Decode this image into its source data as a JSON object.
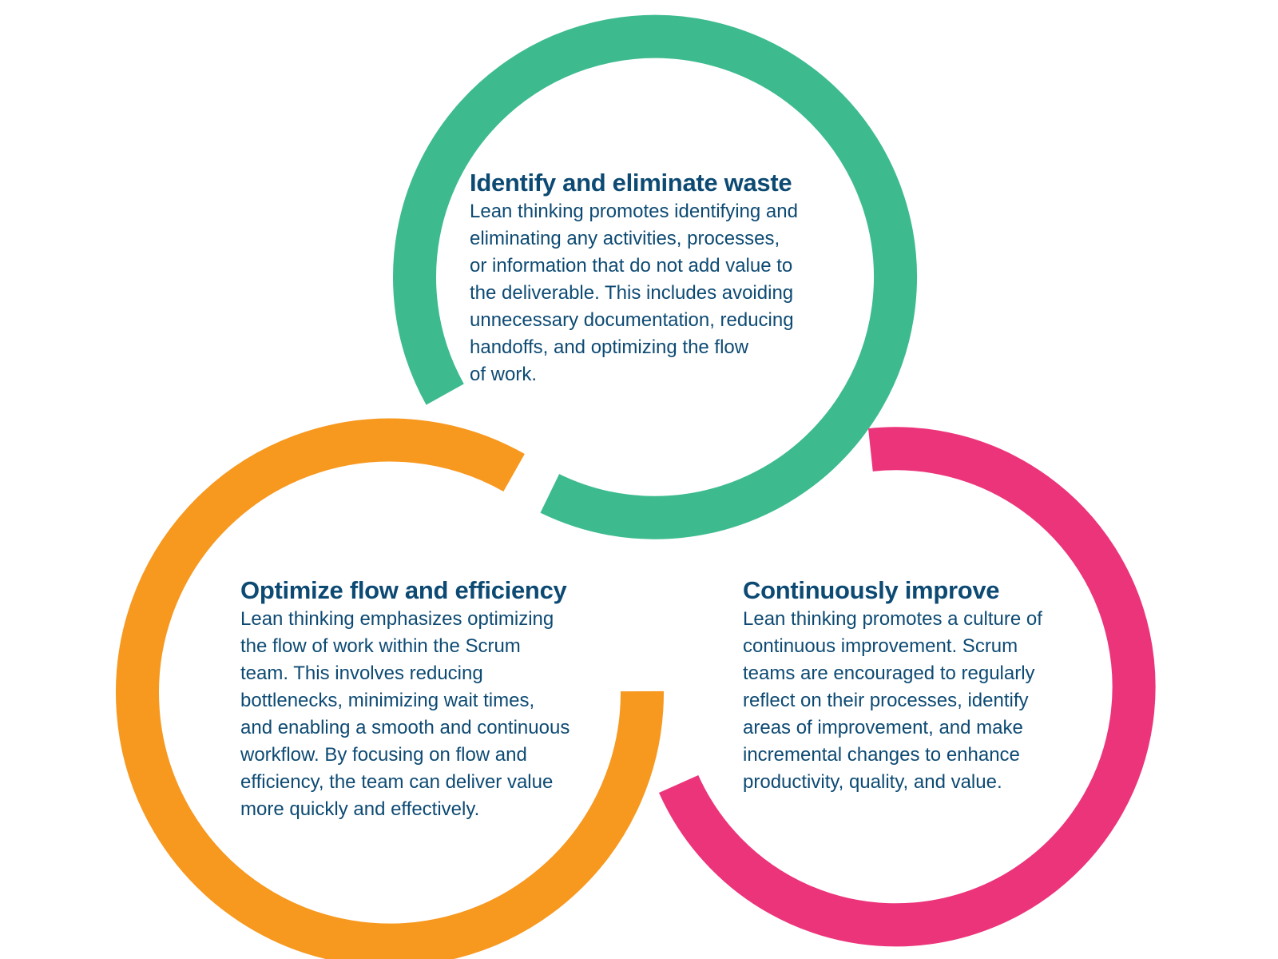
{
  "colors": {
    "waste": "#3dbb8f",
    "flow": "#f7981f",
    "improve": "#ec347b",
    "text": "#0d4a73"
  },
  "rings": {
    "waste": {
      "title": "Identify and eliminate waste",
      "lines": [
        "Lean thinking promotes identifying and",
        "eliminating any activities, processes,",
        "or information that do not add value to",
        "the deliverable. This includes avoiding",
        "unnecessary documentation, reducing",
        "handoffs, and optimizing the flow",
        "of work."
      ]
    },
    "flow": {
      "title": "Optimize flow and efficiency",
      "lines": [
        "Lean thinking emphasizes optimizing",
        "the flow of work within the Scrum",
        "team. This involves reducing",
        "bottlenecks, minimizing wait times,",
        "and enabling a smooth and continuous",
        "workflow. By focusing on flow and",
        "efficiency, the team can deliver value",
        "more quickly and effectively."
      ]
    },
    "improve": {
      "title": "Continuously improve",
      "lines": [
        "Lean thinking promotes a culture of",
        "continuous improvement. Scrum",
        "teams are encouraged to regularly",
        "reflect on their processes, identify",
        "areas of improvement, and make",
        "incremental changes to enhance",
        "productivity, quality, and value."
      ]
    }
  }
}
